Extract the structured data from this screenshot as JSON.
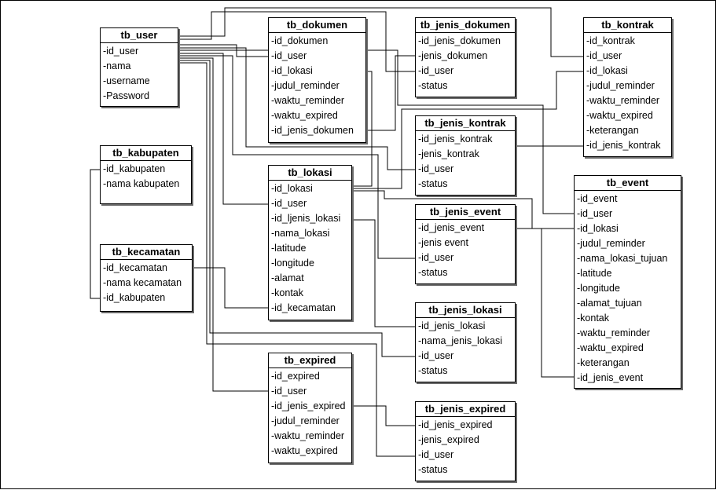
{
  "tables": {
    "tb_user": {
      "title": "tb_user",
      "fields": [
        "-id_user",
        "-nama",
        "-username",
        "-Password"
      ]
    },
    "tb_dokumen": {
      "title": "tb_dokumen",
      "fields": [
        "-id_dokumen",
        "-id_user",
        "-id_lokasi",
        "-judul_reminder",
        "-waktu_reminder",
        "-waktu_expired",
        "-id_jenis_dokumen"
      ]
    },
    "tb_jenis_dokumen": {
      "title": "tb_jenis_dokumen",
      "fields": [
        "-id_jenis_dokumen",
        "-jenis_dokumen",
        "-id_user",
        "-status"
      ]
    },
    "tb_kontrak": {
      "title": "tb_kontrak",
      "fields": [
        "-id_kontrak",
        "-id_user",
        "-id_lokasi",
        "-judul_reminder",
        "-waktu_reminder",
        "-waktu_expired",
        "-keterangan",
        "-id_jenis_kontrak"
      ]
    },
    "tb_jenis_kontrak": {
      "title": "tb_jenis_kontrak",
      "fields": [
        "-id_jenis_kontrak",
        "-jenis_kontrak",
        "-id_user",
        "-status"
      ]
    },
    "tb_kabupaten": {
      "title": "tb_kabupaten",
      "fields": [
        "-id_kabupaten",
        "-nama kabupaten"
      ]
    },
    "tb_lokasi": {
      "title": "tb_lokasi",
      "fields": [
        "-id_lokasi",
        "-id_user",
        "-id_ljenis_lokasi",
        "-nama_lokasi",
        "-latitude",
        "-longitude",
        "-alamat",
        "-kontak",
        "-id_kecamatan"
      ]
    },
    "tb_jenis_event": {
      "title": "tb_jenis_event",
      "fields": [
        "-id_jenis_event",
        "-jenis event",
        "-id_user",
        "-status"
      ]
    },
    "tb_event": {
      "title": "tb_event",
      "fields": [
        "-id_event",
        "-id_user",
        "-id_lokasi",
        "-judul_reminder",
        "-nama_lokasi_tujuan",
        "-latitude",
        "-longitude",
        "-alamat_tujuan",
        "-kontak",
        "-waktu_reminder",
        "-waktu_expired",
        "-keterangan",
        "-id_jenis_event"
      ]
    },
    "tb_kecamatan": {
      "title": "tb_kecamatan",
      "fields": [
        "-id_kecamatan",
        "-nama kecamatan",
        "-id_kabupaten"
      ]
    },
    "tb_jenis_lokasi": {
      "title": "tb_jenis_lokasi",
      "fields": [
        "-id_jenis_lokasi",
        "-nama_jenis_lokasi",
        "-id_user",
        "-status"
      ]
    },
    "tb_expired": {
      "title": "tb_expired",
      "fields": [
        "-id_expired",
        "-id_user",
        "-id_jenis_expired",
        "-judul_reminder",
        "-waktu_reminder",
        "-waktu_expired"
      ]
    },
    "tb_jenis_expired": {
      "title": "tb_jenis_expired",
      "fields": [
        "-id_jenis_expired",
        "-jenis_expired",
        "-id_user",
        "-status"
      ]
    }
  }
}
